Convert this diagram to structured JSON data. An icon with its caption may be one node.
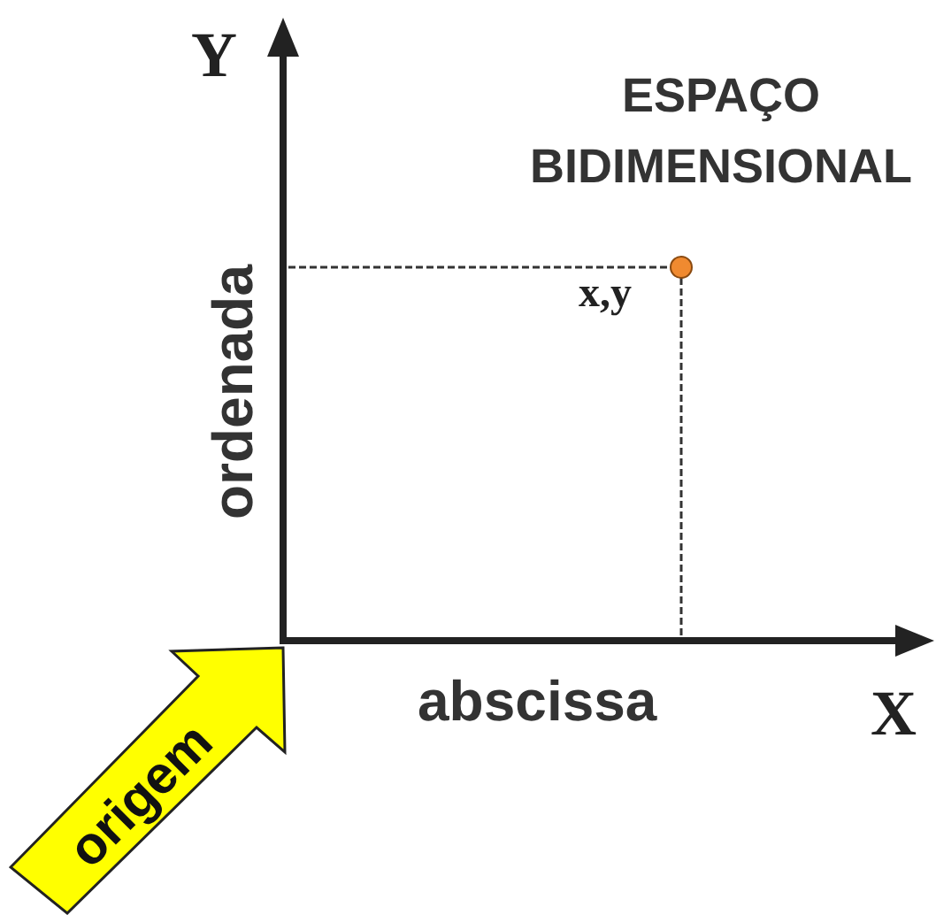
{
  "diagram": {
    "title": "ESPAÇO BIDIMENSIONAL",
    "nodes": [
      {
        "text": [
          "origem"
        ]
      }
    ],
    "labels": [
      "Y",
      "ordenada",
      "x,y",
      "abscissa",
      "X"
    ]
  }
}
